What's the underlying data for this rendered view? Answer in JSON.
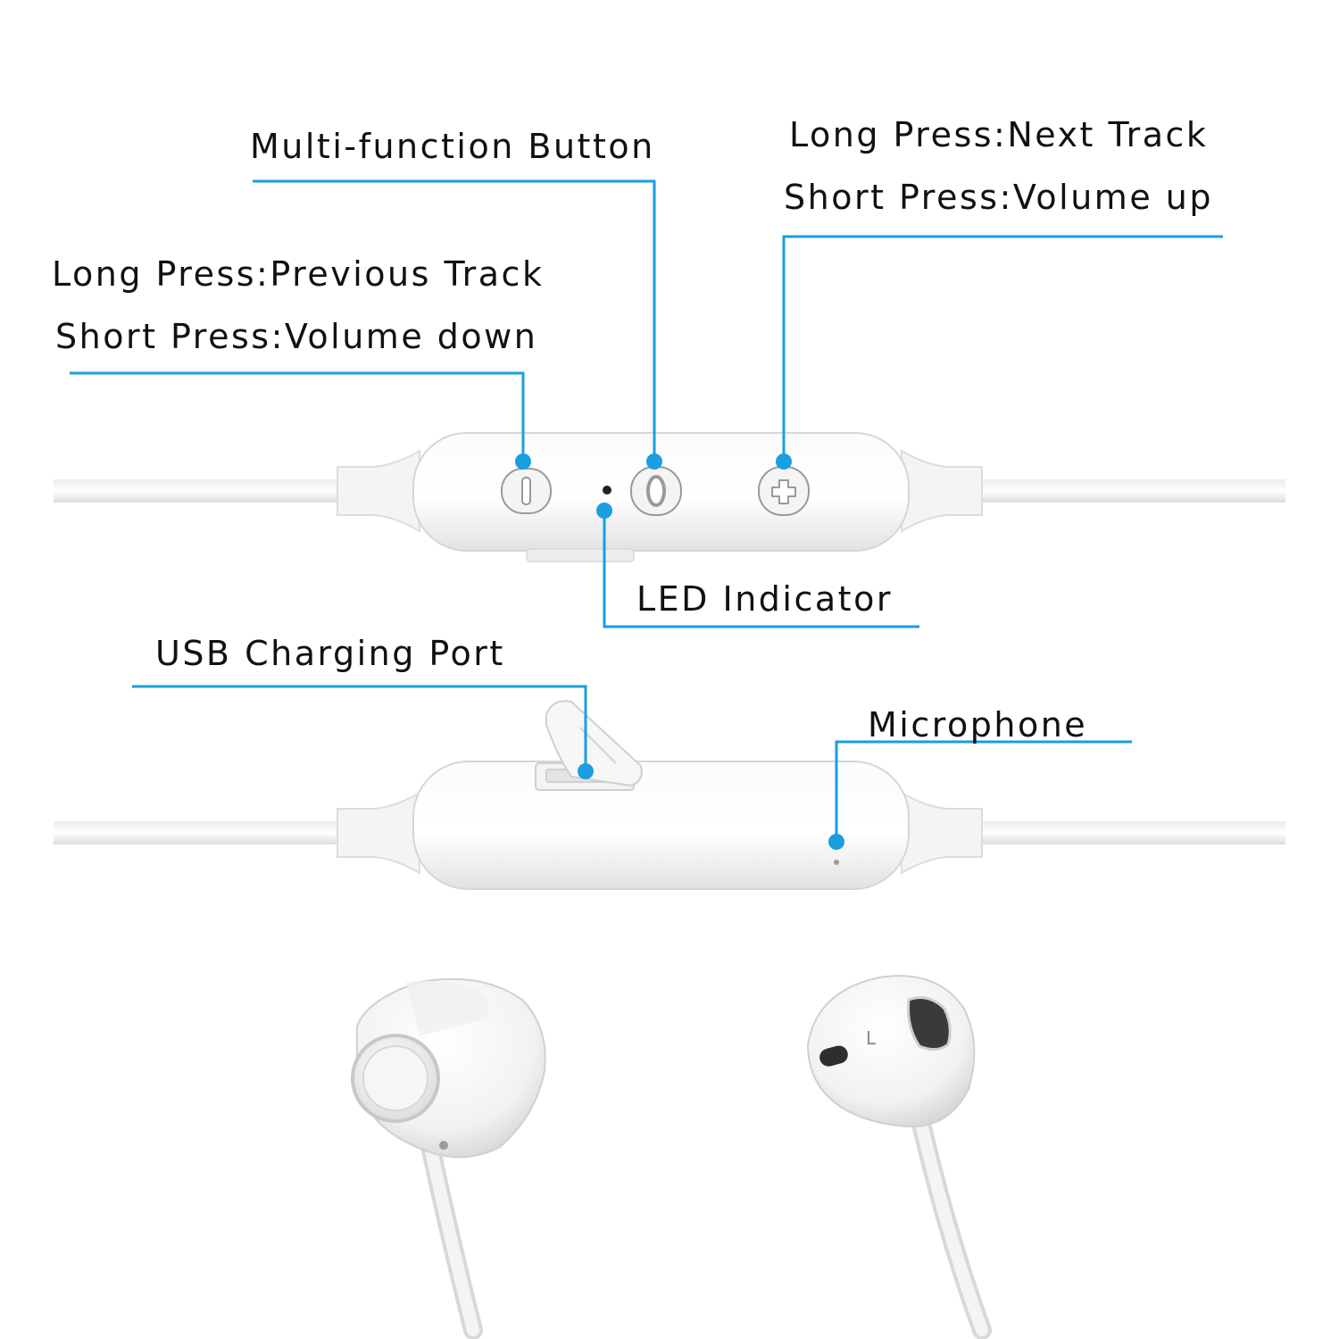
{
  "accent_color": "#1a9ee0",
  "labels": {
    "multi_function": "Multi-function Button",
    "next_track": "Long Press:Next Track",
    "volume_up": "Short Press:Volume up",
    "previous_track": "Long Press:Previous Track",
    "volume_down": "Short Press:Volume down",
    "led": "LED Indicator",
    "usb": "USB Charging Port",
    "microphone": "Microphone"
  },
  "earbud_marking": "L",
  "icons": {
    "volume_down_button": "minus-icon",
    "multi_function_button": "circle-icon",
    "volume_up_button": "plus-icon"
  }
}
